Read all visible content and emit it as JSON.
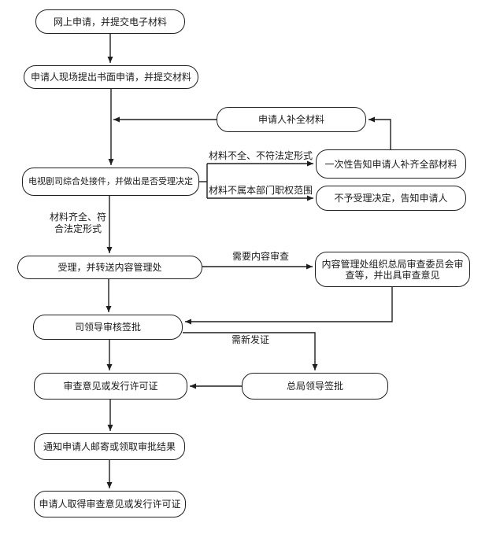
{
  "diagram": {
    "title_hint": "TV drama licensing approval flowchart",
    "colors": {
      "background": "#ffffff",
      "line": "#1f1f1f",
      "text": "#1a1a1a"
    },
    "nodes": {
      "online_apply": "网上申请，并提交电子材料",
      "onsite_apply": "申请人现场提出书面申请，并提交材料",
      "supplement_materials": "申请人补全材料",
      "receive_decide": "电视剧司综合处接件，并做出是否受理决定",
      "notify_complete": "一次性告知申请人补齐全部材料",
      "reject_notify": "不予受理决定，告知申请人",
      "accept_forward": "受理，并转送内容管理处",
      "content_review": "内容管理处组织总局审查委员会审查等，并出具审查意见",
      "dept_leader_approve": "司领导审核签批",
      "admin_leader_approve": "总局领导签批",
      "opinion_or_license": "审查意见或发行许可证",
      "notify_result": "通知申请人邮寄或领取审批结果",
      "obtain_result": "申请人取得审查意见或发行许可证"
    },
    "edge_labels": {
      "incomplete": "材料不全、不符法定形式",
      "not_jurisdiction": "材料不属本部门职权范围",
      "complete_legal": "材料齐全、符合法定形式",
      "need_review": "需要内容审查",
      "need_new_license": "需新发证"
    }
  }
}
